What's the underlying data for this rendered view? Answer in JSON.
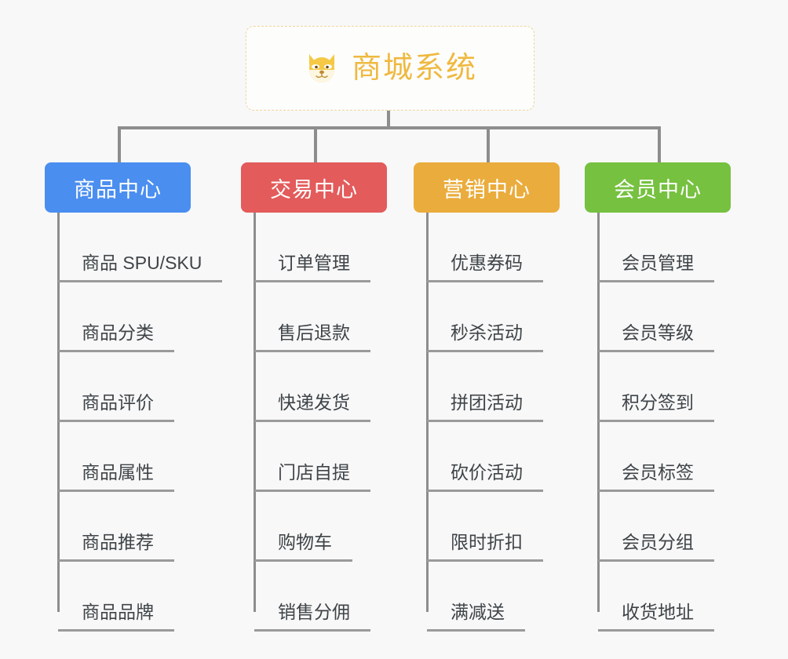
{
  "root": {
    "title": "商城系统",
    "icon": "shiba-dog-icon",
    "border_color": "#f0d49a",
    "text_color": "#efb93f",
    "background": "#fdfdfc"
  },
  "canvas": {
    "background": "#f8f8f8",
    "connector_color": "#8d8d8d",
    "leaf_text_color": "#3f4448",
    "leaf_rule_color": "#9a9a9a"
  },
  "categories": [
    {
      "label": "商品中心",
      "color": "#4a8ef0",
      "leaves": [
        "商品 SPU/SKU",
        "商品分类",
        "商品评价",
        "商品属性",
        "商品推荐",
        "商品品牌"
      ]
    },
    {
      "label": "交易中心",
      "color": "#e35b5b",
      "leaves": [
        "订单管理",
        "售后退款",
        "快递发货",
        "门店自提",
        "购物车",
        "销售分佣"
      ]
    },
    {
      "label": "营销中心",
      "color": "#eaac3c",
      "leaves": [
        "优惠券码",
        "秒杀活动",
        "拼团活动",
        "砍价活动",
        "限时折扣",
        "满减送"
      ]
    },
    {
      "label": "会员中心",
      "color": "#76c140",
      "leaves": [
        "会员管理",
        "会员等级",
        "积分签到",
        "会员标签",
        "会员分组",
        "收货地址"
      ]
    }
  ]
}
